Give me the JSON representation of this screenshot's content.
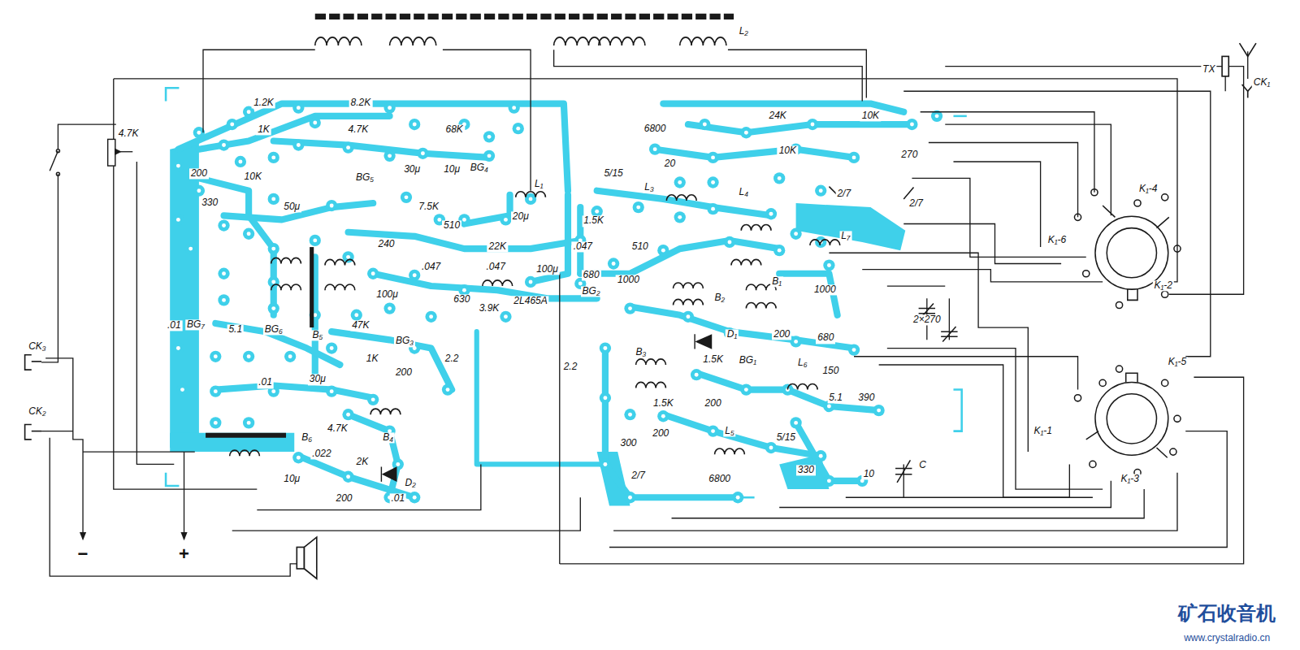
{
  "diagram": {
    "labels": [
      "L₂",
      "TX",
      "CK₁",
      "1.2K",
      "8.2K",
      "1K",
      "4.7K",
      "68K",
      "4.7K",
      "200",
      "10K",
      "BG₅",
      "30μ",
      "10μ",
      "BG₄",
      "330",
      "50μ",
      "7.5K",
      "20μ",
      "L₁",
      "5/15",
      "6800",
      "20",
      "L₃",
      "L₄",
      "24K",
      "10K",
      "10K",
      "270",
      "2/7",
      "2/7",
      "K₁-4",
      "K₁-6",
      "K₁-2",
      "240",
      "510",
      "22K",
      "1.5K",
      ".047",
      "510",
      "L₇",
      ".047",
      ".047",
      "100μ",
      "100μ",
      "680",
      "1000",
      "630",
      "3.9K",
      "2L465A",
      "BG₂",
      "B₂",
      "B₁",
      "1000",
      ".01",
      "BG₇",
      "5.1",
      "BG₆",
      "B₅",
      "47K",
      "BG₃",
      "2.2",
      "1K",
      "200",
      "30μ",
      ".01",
      "D₁",
      "200",
      "680",
      "B₃",
      "1.5K",
      "BG₁",
      "L₆",
      "150",
      "2.2",
      "2×270",
      "K₁-5",
      "5.1",
      "390",
      "1.5K",
      "200",
      "200",
      "L₅",
      "5/15",
      "300",
      "K₁-1",
      "C",
      "2/7",
      "330",
      "10",
      "6800",
      "K₁-3",
      "4.7K",
      "B₆",
      "B₄",
      ".022",
      "2K",
      "D₂",
      "10μ",
      "200",
      ".01",
      "CK₃",
      "CK₂",
      "−",
      "+",
      "矿石收音机",
      "www.crystalradio.cn"
    ]
  }
}
